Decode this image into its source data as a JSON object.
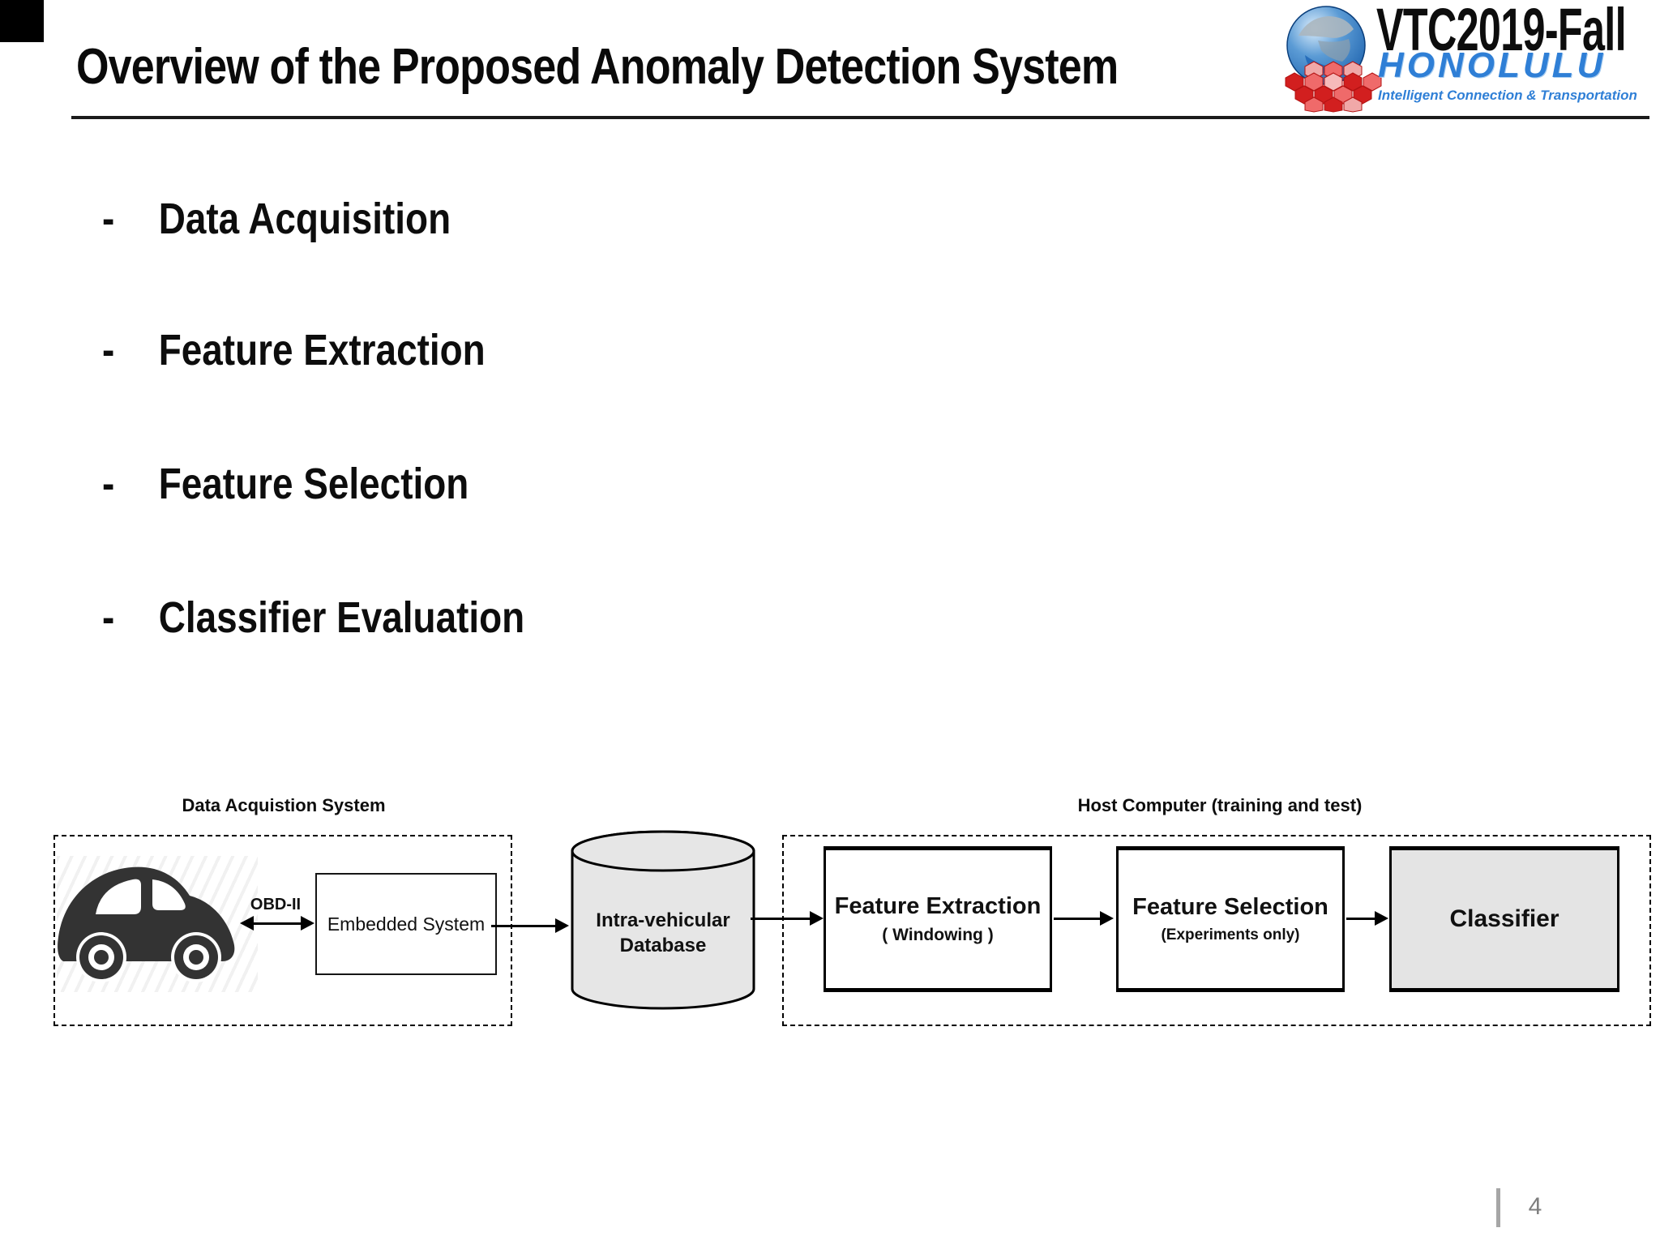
{
  "slide": {
    "title": "Overview of the Proposed Anomaly Detection System",
    "page_number": "4"
  },
  "logo": {
    "title": "VTC2019-Fall",
    "subtitle": "HONOLULU",
    "tagline": "Intelligent Connection & Transportation"
  },
  "bullets": [
    {
      "marker": "-",
      "label": "Data Acquisition"
    },
    {
      "marker": "-",
      "label": "Feature Extraction"
    },
    {
      "marker": "-",
      "label": "Feature Selection"
    },
    {
      "marker": "-",
      "label": "Classifier Evaluation"
    }
  ],
  "diagram": {
    "data_acquisition_group_label": "Data Acquistion System",
    "host_computer_group_label": "Host Computer (training and test)",
    "obd_label": "OBD-II",
    "embedded_system_label": "Embedded System",
    "database_label_line1": "Intra-vehicular",
    "database_label_line2": "Database",
    "feature_extraction_title": "Feature Extraction",
    "feature_extraction_subtitle": "( Windowing )",
    "feature_selection_title": "Feature Selection",
    "feature_selection_subtitle": "(Experiments only)",
    "classifier_title": "Classifier"
  },
  "colors": {
    "logo_blue": "#2f7fd6",
    "logo_red": "#d21f1f",
    "diagram_fill_gray": "#e6e6e6",
    "classifier_fill_gray": "#e4e4e4",
    "rule_black": "#1b1b1b",
    "page_number_gray": "#7e7e7e"
  }
}
